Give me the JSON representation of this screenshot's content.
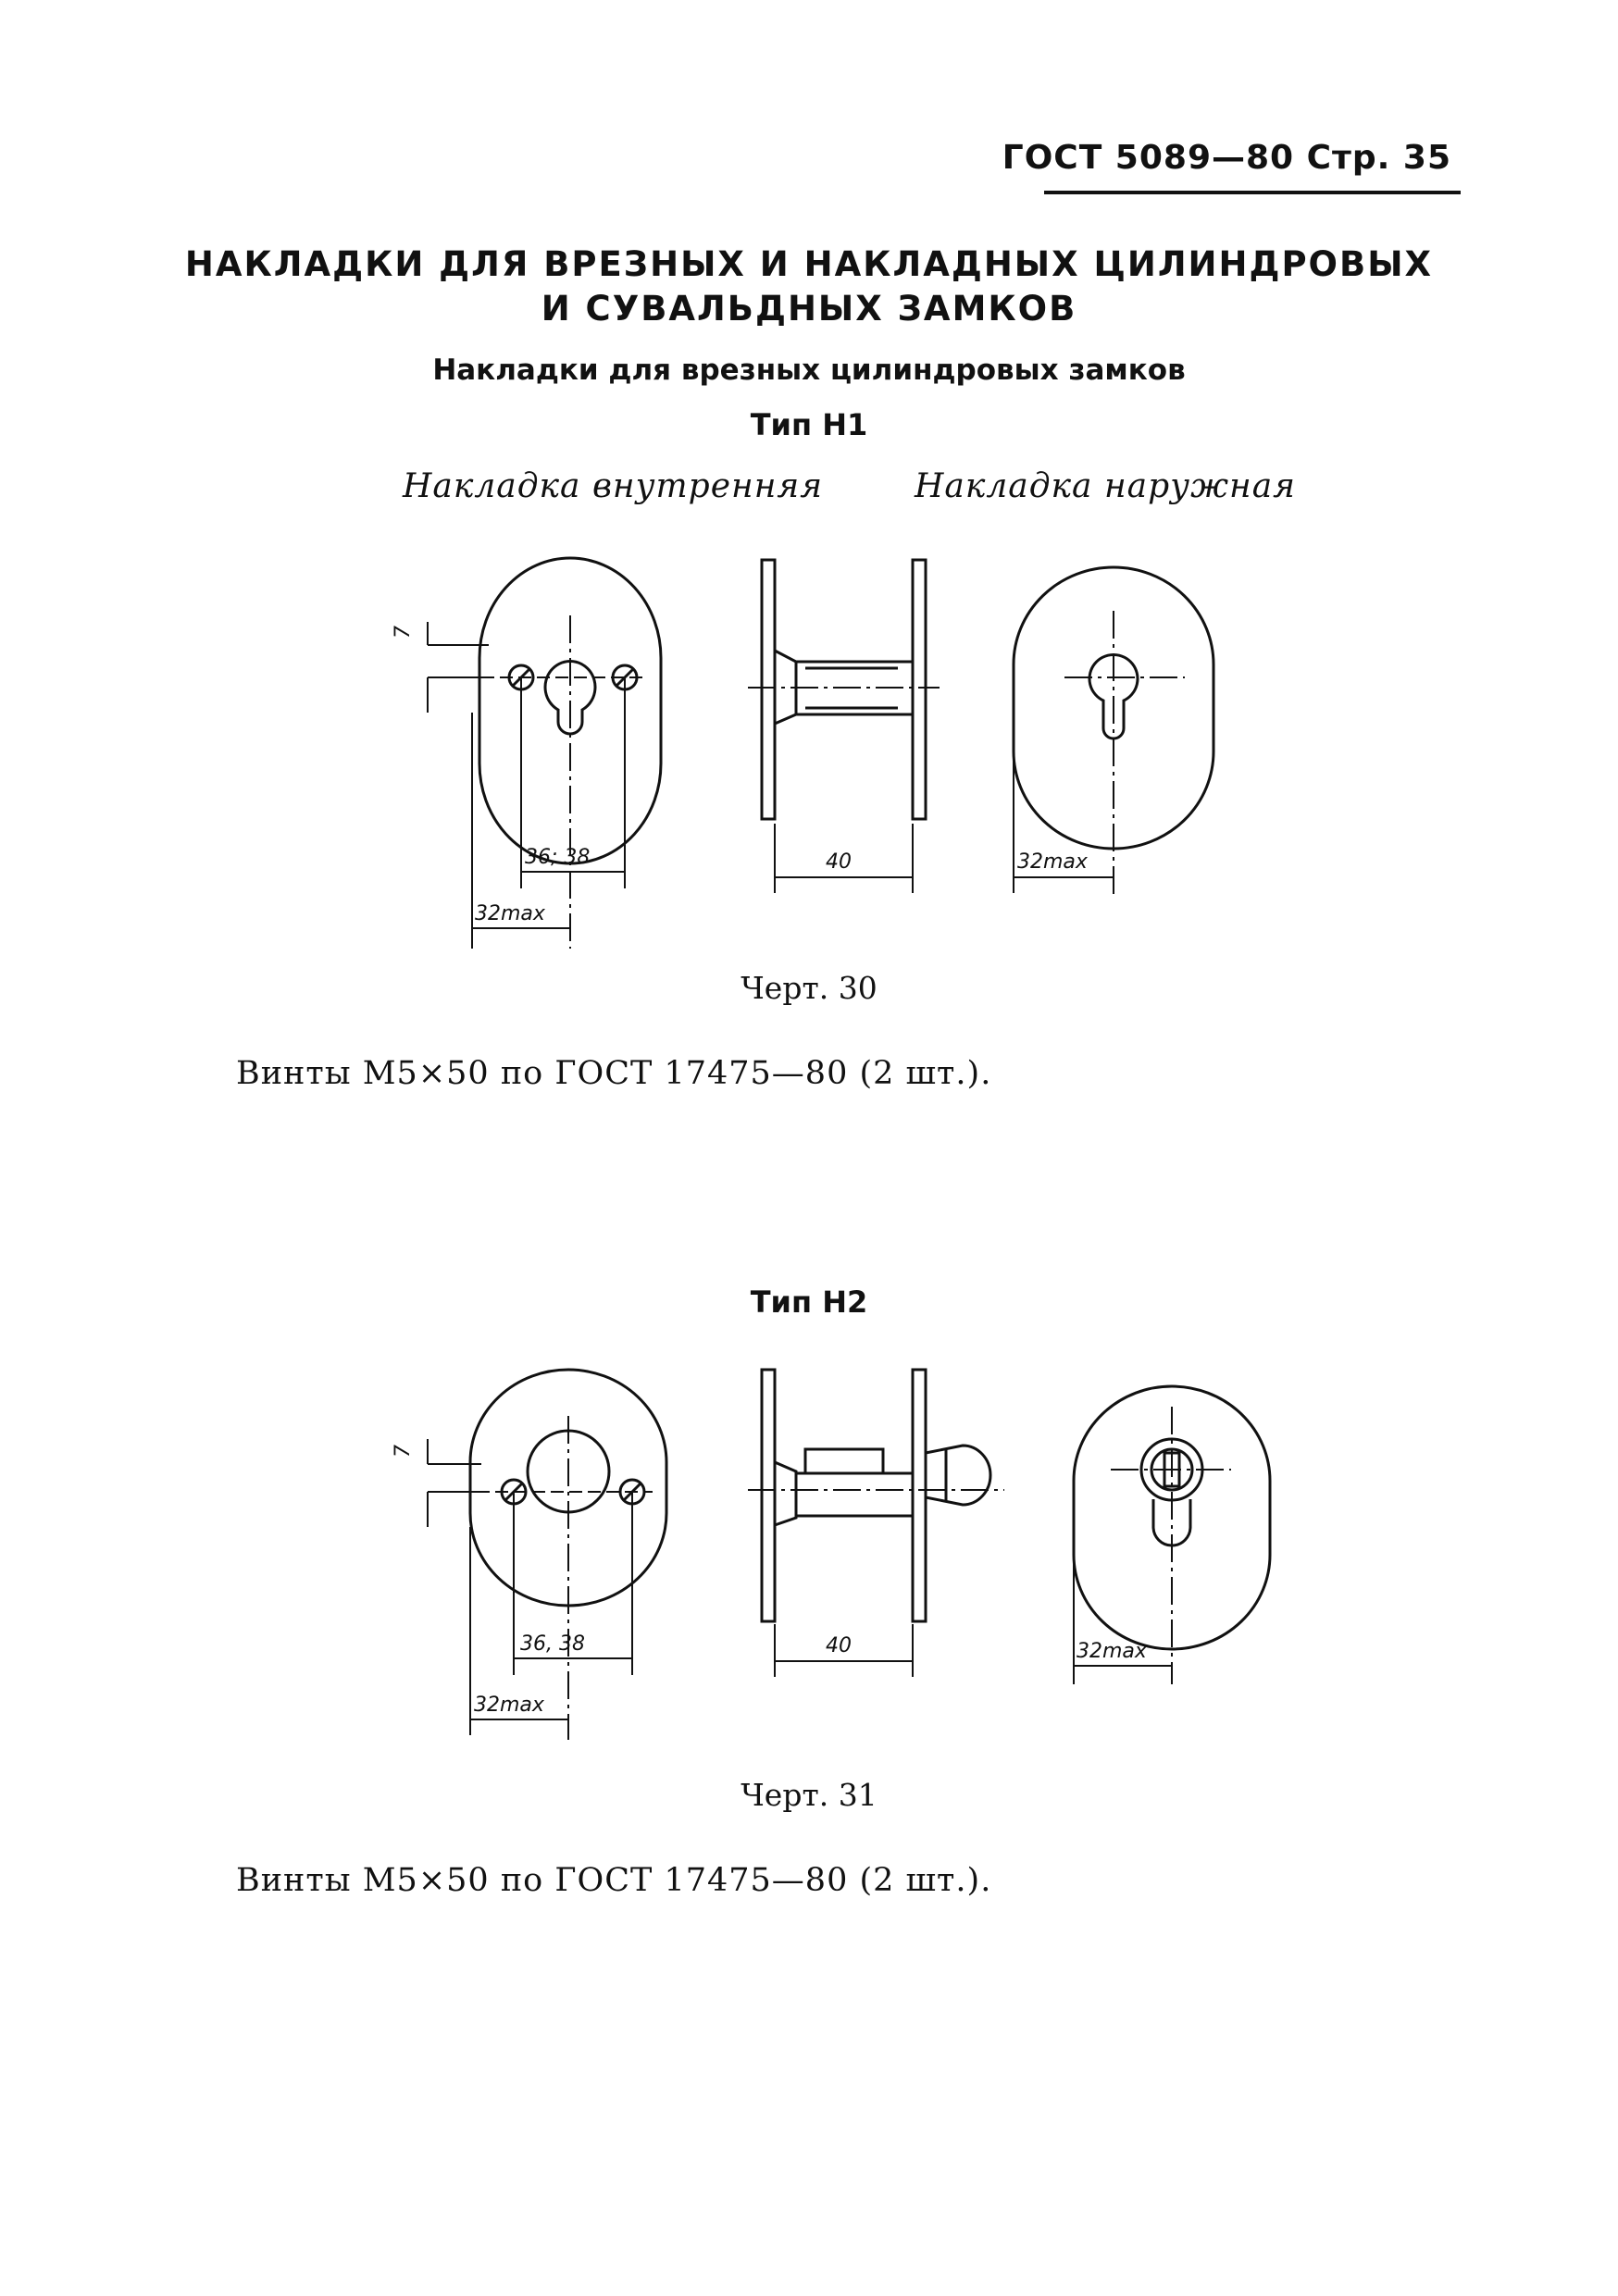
{
  "header": {
    "text": "ГОСТ 5089—80 Стр. 35"
  },
  "title": {
    "line1": "НАКЛАДКИ ДЛЯ ВРЕЗНЫХ И НАКЛАДНЫХ ЦИЛИНДРОВЫХ",
    "line2": "И СУВАЛЬДНЫХ ЗАМКОВ"
  },
  "subtitle": "Накладки для врезных цилиндровых замков",
  "figure1": {
    "type_label": "Тип Н1",
    "inner_caption": "Накладка внутренняя",
    "outer_caption": "Накладка наружная",
    "dims": {
      "d7": "7",
      "d36": "36; 38",
      "d32": "32max",
      "d40": "40",
      "d32b": "32max"
    },
    "caption": "Черт. 30",
    "screws_text": "Винты М5×50 по ГОСТ 17475—80 (2 шт.)."
  },
  "figure2": {
    "type_label": "Тип Н2",
    "dims": {
      "d7": "7",
      "d36": "36, 38",
      "d32": "32max",
      "d40": "40",
      "d32b": "32max"
    },
    "caption": "Черт. 31",
    "screws_text": "Винты М5×50 по ГОСТ 17475—80 (2 шт.)."
  }
}
